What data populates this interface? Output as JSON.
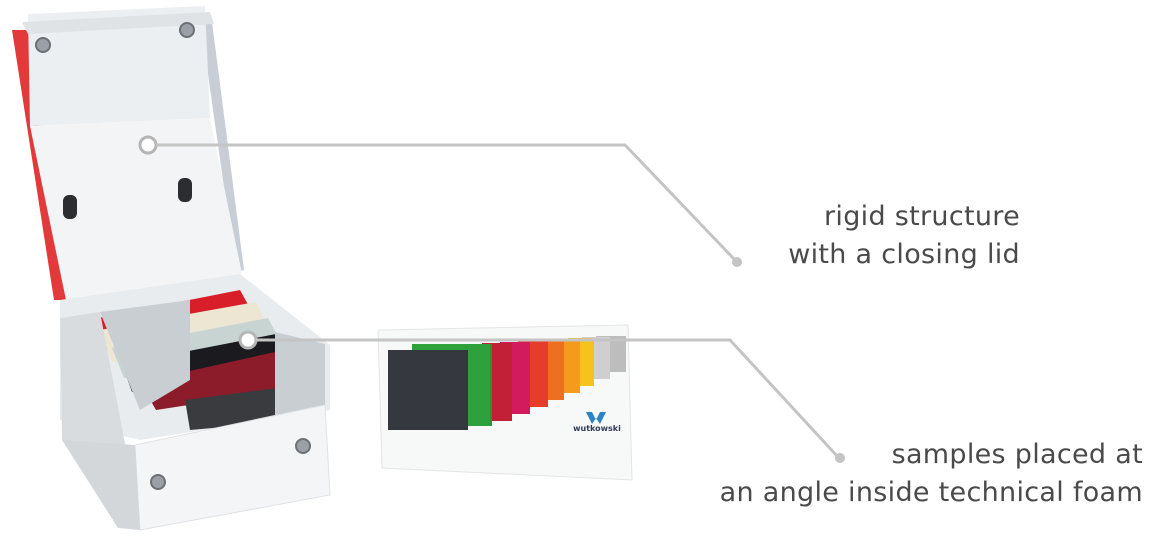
{
  "callouts": {
    "lid": {
      "line1": "rigid structure",
      "line2": "with a closing lid"
    },
    "foam": {
      "line1": "samples placed at",
      "line2": "an angle inside technical foam"
    }
  },
  "brand": {
    "name": "wutkowski",
    "logo_color": "#2b84c6"
  },
  "sample_colors": [
    "#d81e28",
    "#ece6d3",
    "#c8d4d2",
    "#1a1a1f",
    "#8d1c2a"
  ],
  "swatch_colors": [
    "#36383f",
    "#2fa13c",
    "#2d9130",
    "#c12036",
    "#d21b5d",
    "#e53c2b",
    "#ee6f1f",
    "#f49a1c",
    "#f6c21c",
    "#cfcfcf",
    "#bdbdbd"
  ],
  "leader_color": "#c4c4c4"
}
